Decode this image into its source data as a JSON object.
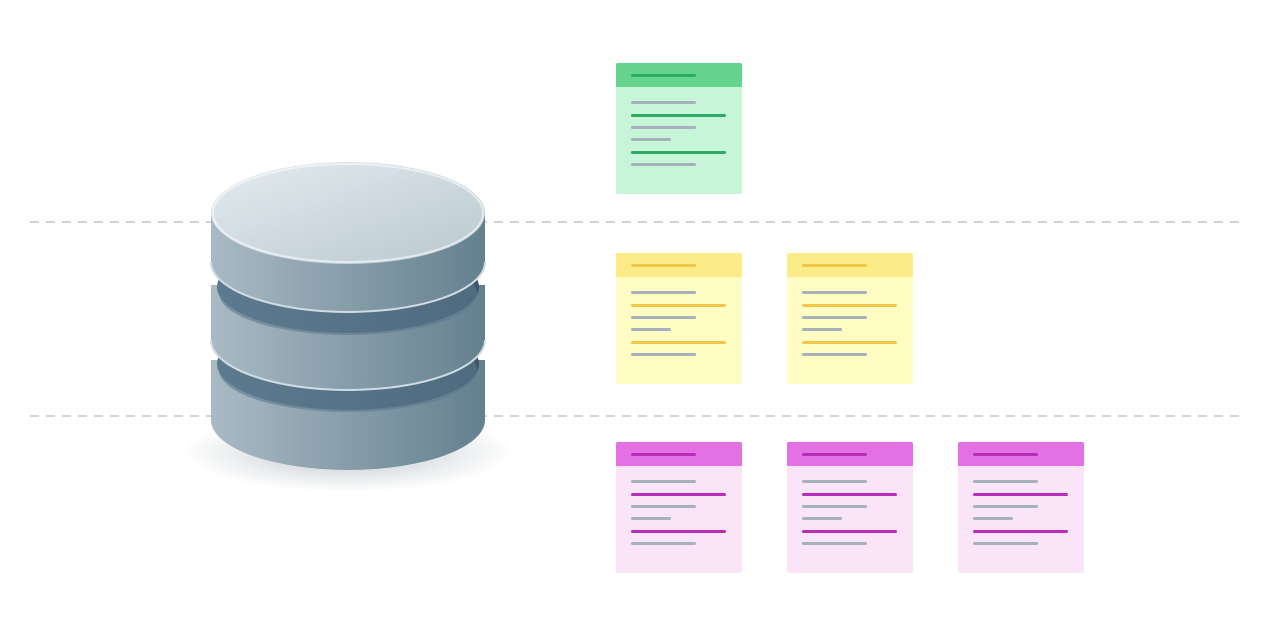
{
  "colors": {
    "background": "#ffffff",
    "divider": "#b4bcc8",
    "placeholder_line": "#a7b0bd",
    "db_top_light": "#e4ebef",
    "db_top_dark": "#b9c8d0",
    "db_side_light": "#a9bac4",
    "db_side_dark": "#64808f",
    "db_gap_light": "#5d7a8f",
    "db_gap_dark": "#3d5568"
  },
  "database_icon": {
    "name": "database-icon",
    "layers": 3
  },
  "divider_lines": 2,
  "document_rows": [
    {
      "count": 1,
      "header_color": "#66d38f",
      "body_color": "#c6f5d7",
      "accent_color": "#2ea865"
    },
    {
      "count": 2,
      "header_color": "#fbec88",
      "body_color": "#fefbc3",
      "accent_color": "#f0c64b"
    },
    {
      "count": 3,
      "header_color": "#e471e4",
      "body_color": "#f9e4f8",
      "accent_color": "#b92db8"
    }
  ]
}
